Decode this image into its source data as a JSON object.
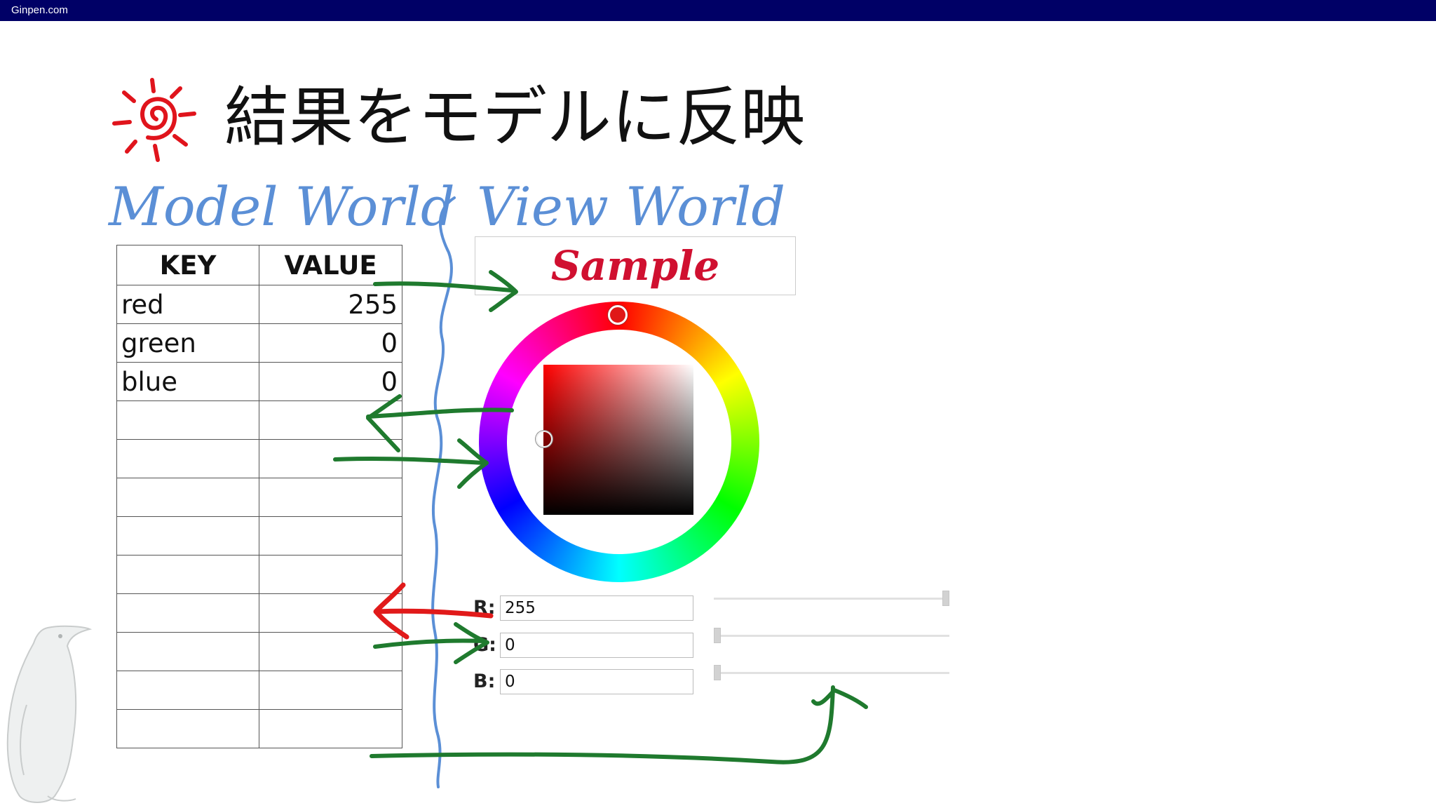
{
  "site": {
    "label": "Ginpen.com"
  },
  "slide": {
    "title": "結果をモデルに反映",
    "model_world_label": "Model World",
    "view_world_label": "View World"
  },
  "table": {
    "headers": [
      "KEY",
      "VALUE"
    ],
    "rows": [
      {
        "key": "red",
        "value": "255"
      },
      {
        "key": "green",
        "value": "0"
      },
      {
        "key": "blue",
        "value": "0"
      },
      {
        "key": "",
        "value": ""
      },
      {
        "key": "",
        "value": ""
      },
      {
        "key": "",
        "value": ""
      },
      {
        "key": "",
        "value": ""
      },
      {
        "key": "",
        "value": ""
      },
      {
        "key": "",
        "value": ""
      },
      {
        "key": "",
        "value": ""
      },
      {
        "key": "",
        "value": ""
      },
      {
        "key": "",
        "value": ""
      }
    ]
  },
  "view": {
    "sample_text": "Sample",
    "sample_color": "#d01030",
    "channels": [
      {
        "label": "R:",
        "value": "255",
        "slider": 1.0
      },
      {
        "label": "G:",
        "value": "0",
        "slider": 0.0
      },
      {
        "label": "B:",
        "value": "0",
        "slider": 0.0
      }
    ]
  },
  "colors": {
    "top_bar": "#000066",
    "arrow_green": "#1f7a2e",
    "arrow_red": "#e11a1a",
    "divider_blue": "#5b8fd6"
  }
}
